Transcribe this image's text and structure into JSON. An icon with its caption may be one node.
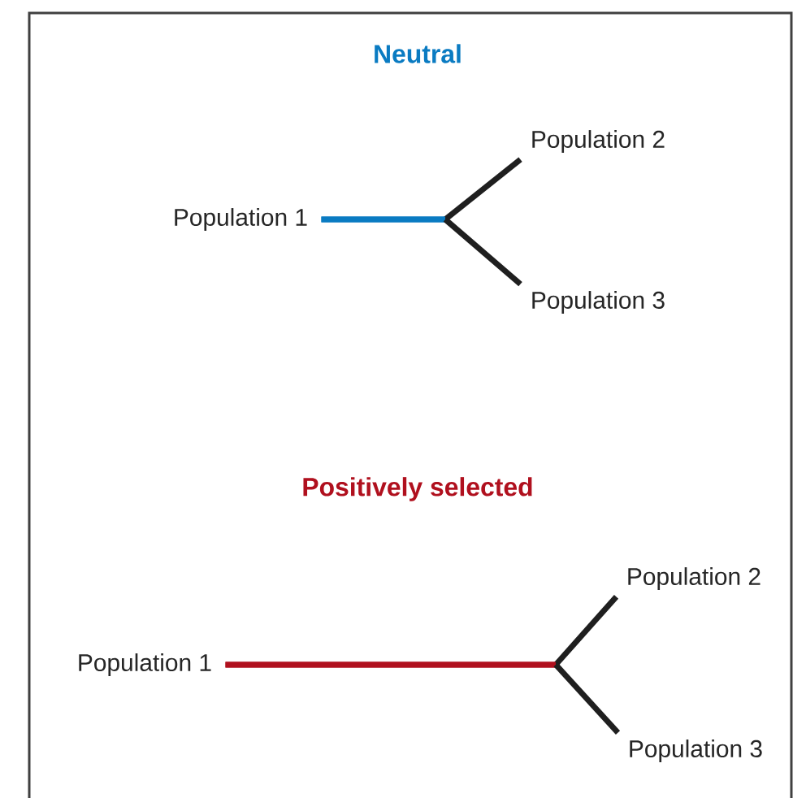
{
  "diagram": {
    "nodes": [
      {
        "text": [
          "Population 1"
        ]
      },
      {
        "text": [
          "Population 2"
        ]
      },
      {
        "text": [
          "Population 3"
        ]
      },
      {
        "text": [
          "Population 1"
        ]
      },
      {
        "text": [
          "Population 2"
        ]
      },
      {
        "text": [
          "Population 3"
        ]
      }
    ],
    "edges": [
      {
        "from": 0,
        "to": 1,
        "arrow": "none",
        "color": "#0a7bc2"
      },
      {
        "from": 0,
        "to": 2,
        "arrow": "none",
        "color": "#0a7bc2"
      },
      {
        "from": 3,
        "to": 4,
        "arrow": "none",
        "color": "#b0101e"
      },
      {
        "from": 3,
        "to": 5,
        "arrow": "none",
        "color": "#b0101e"
      }
    ],
    "labels": [
      "Neutral",
      "Positively selected"
    ]
  }
}
